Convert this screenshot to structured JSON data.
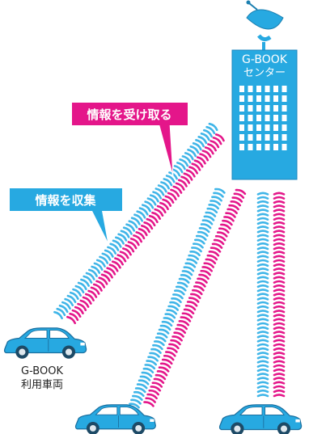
{
  "center": {
    "line1": "G-BOOK",
    "line2": "センター"
  },
  "callouts": {
    "receive": "情報を受け取る",
    "collect": "情報を収集"
  },
  "vehicle_label": {
    "line1": "G-BOOK",
    "line2": "利用車両"
  },
  "colors": {
    "building": "#27a9e1",
    "uplink_wave": "#3fb5e8",
    "downlink_wave": "#e4168a",
    "callout_receive_bg": "#e4168a",
    "callout_collect_bg": "#27a9e1",
    "car_body": "#27a9e1"
  }
}
